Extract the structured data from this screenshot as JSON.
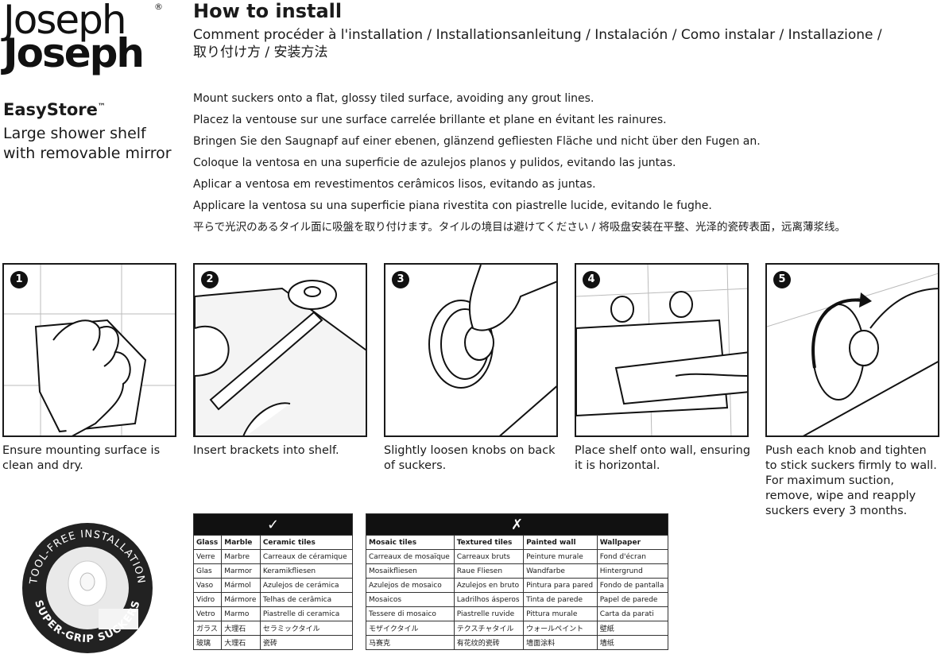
{
  "brand": {
    "line1": "Joseph",
    "line2": "Joseph",
    "reg": "®"
  },
  "product": {
    "name": "EasyStore",
    "tm": "™",
    "desc_line1": "Large shower shelf",
    "desc_line2": "with removable mirror"
  },
  "header": {
    "title": "How to install",
    "subtitle_line1": "Comment procéder à l'installation / Installationsanleitung / Instalación / Como instalar / Installazione /",
    "subtitle_line2": "取り付け方 / 安装方法"
  },
  "instructions": [
    "Mount suckers onto a flat, glossy tiled surface, avoiding any grout lines.",
    "Placez la ventouse sur une surface carrelée brillante et plane en évitant les rainures.",
    "Bringen Sie den Saugnapf auf einer ebenen, glänzend gefliesten Fläche und nicht über den Fugen an.",
    "Coloque la ventosa en una superficie de azulejos planos y pulidos, evitando las juntas.",
    "Aplicar a ventosa em revestimentos cerâmicos lisos, evitando as juntas.",
    "Applicare la ventosa su una superficie piana rivestita con piastrelle lucide, evitando le fughe.",
    "平らで光沢のあるタイル面に吸盤を取り付けます。タイルの境目は避けてください / 将吸盘安装在平整、光泽的瓷砖表面，远离薄浆线。"
  ],
  "steps": [
    {
      "number": "1",
      "caption": "Ensure mounting surface is clean and dry."
    },
    {
      "number": "2",
      "caption": "Insert brackets into shelf."
    },
    {
      "number": "3",
      "caption": "Slightly loosen knobs on back of suckers."
    },
    {
      "number": "4",
      "caption": "Place shelf onto wall, ensuring it is horizontal."
    },
    {
      "number": "5",
      "caption": "Push each knob and tighten to stick suckers firmly to wall. For maximum suction, remove, wipe and reapply suckers every 3 months."
    }
  ],
  "badge": {
    "top_text": "TOOL-FREE INSTALLATION",
    "bottom_text": "SUPER-GRIP SUCKERS"
  },
  "suitable_table": {
    "symbol": "✓",
    "headers": [
      "Glass",
      "Marble",
      "Ceramic tiles"
    ],
    "rows": [
      [
        "Verre",
        "Marbre",
        "Carreaux de céramique"
      ],
      [
        "Glas",
        "Marmor",
        "Keramikfliesen"
      ],
      [
        "Vaso",
        "Mármol",
        "Azulejos de cerámica"
      ],
      [
        "Vidro",
        "Mármore",
        "Telhas de cerâmica"
      ],
      [
        "Vetro",
        "Marmo",
        "Piastrelle di ceramica"
      ],
      [
        "ガラス",
        "大理石",
        "セラミックタイル"
      ],
      [
        "玻璃",
        "大理石",
        "瓷砖"
      ]
    ]
  },
  "unsuitable_table": {
    "symbol": "✗",
    "headers": [
      "Mosaic tiles",
      "Textured tiles",
      "Painted wall",
      "Wallpaper"
    ],
    "rows": [
      [
        "Carreaux de mosaïque",
        "Carreaux bruts",
        "Peinture murale",
        "Fond d'écran"
      ],
      [
        "Mosaikfliesen",
        "Raue Fliesen",
        "Wandfarbe",
        "Hintergrund"
      ],
      [
        "Azulejos de mosaico",
        "Azulejos en bruto",
        "Pintura para pared",
        "Fondo de pantalla"
      ],
      [
        "Mosaicos",
        "Ladrilhos ásperos",
        "Tinta de parede",
        "Papel de parede"
      ],
      [
        "Tessere di mosaico",
        "Piastrelle ruvide",
        "Pittura murale",
        "Carta da parati"
      ],
      [
        "モザイクタイル",
        "テクスチャタイル",
        "ウォールペイント",
        "壁紙"
      ],
      [
        "马赛克",
        "有花纹的瓷砖",
        "墙面涂料",
        "墙纸"
      ]
    ]
  }
}
